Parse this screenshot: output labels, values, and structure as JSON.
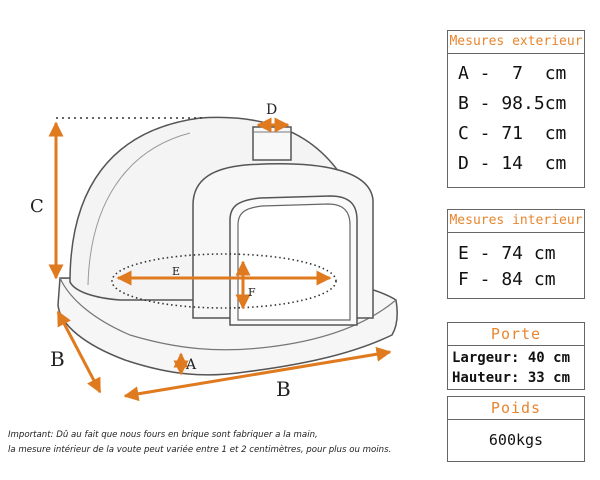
{
  "diagram": {
    "labels": {
      "A": "A",
      "B_left": "B",
      "B_bottom": "B",
      "C": "C",
      "D": "D",
      "E": "E",
      "F": "F"
    },
    "colors": {
      "arrow": "#e07a1f",
      "title": "#e8862f",
      "outline": "#555555"
    }
  },
  "exterior": {
    "title": "Mesures exterieur",
    "rows": [
      "A -  7  cm",
      "B - 98.5cm",
      "C - 71  cm",
      "D - 14  cm"
    ]
  },
  "interior": {
    "title": "Mesures interieur",
    "rows": [
      "E - 74 cm",
      "F - 84 cm"
    ]
  },
  "porte": {
    "title": "Porte",
    "rows": [
      "Largeur: 40 cm",
      "Hauteur: 33 cm"
    ]
  },
  "poids": {
    "title": "Poids",
    "value": "600kgs"
  },
  "note": {
    "line1": "Important: Dû au fait que nous fours en brique sont fabriquer a la main,",
    "line2": "la mesure intérieur de la voute peut variée entre 1 et 2 centimètres, pour plus ou moins."
  }
}
